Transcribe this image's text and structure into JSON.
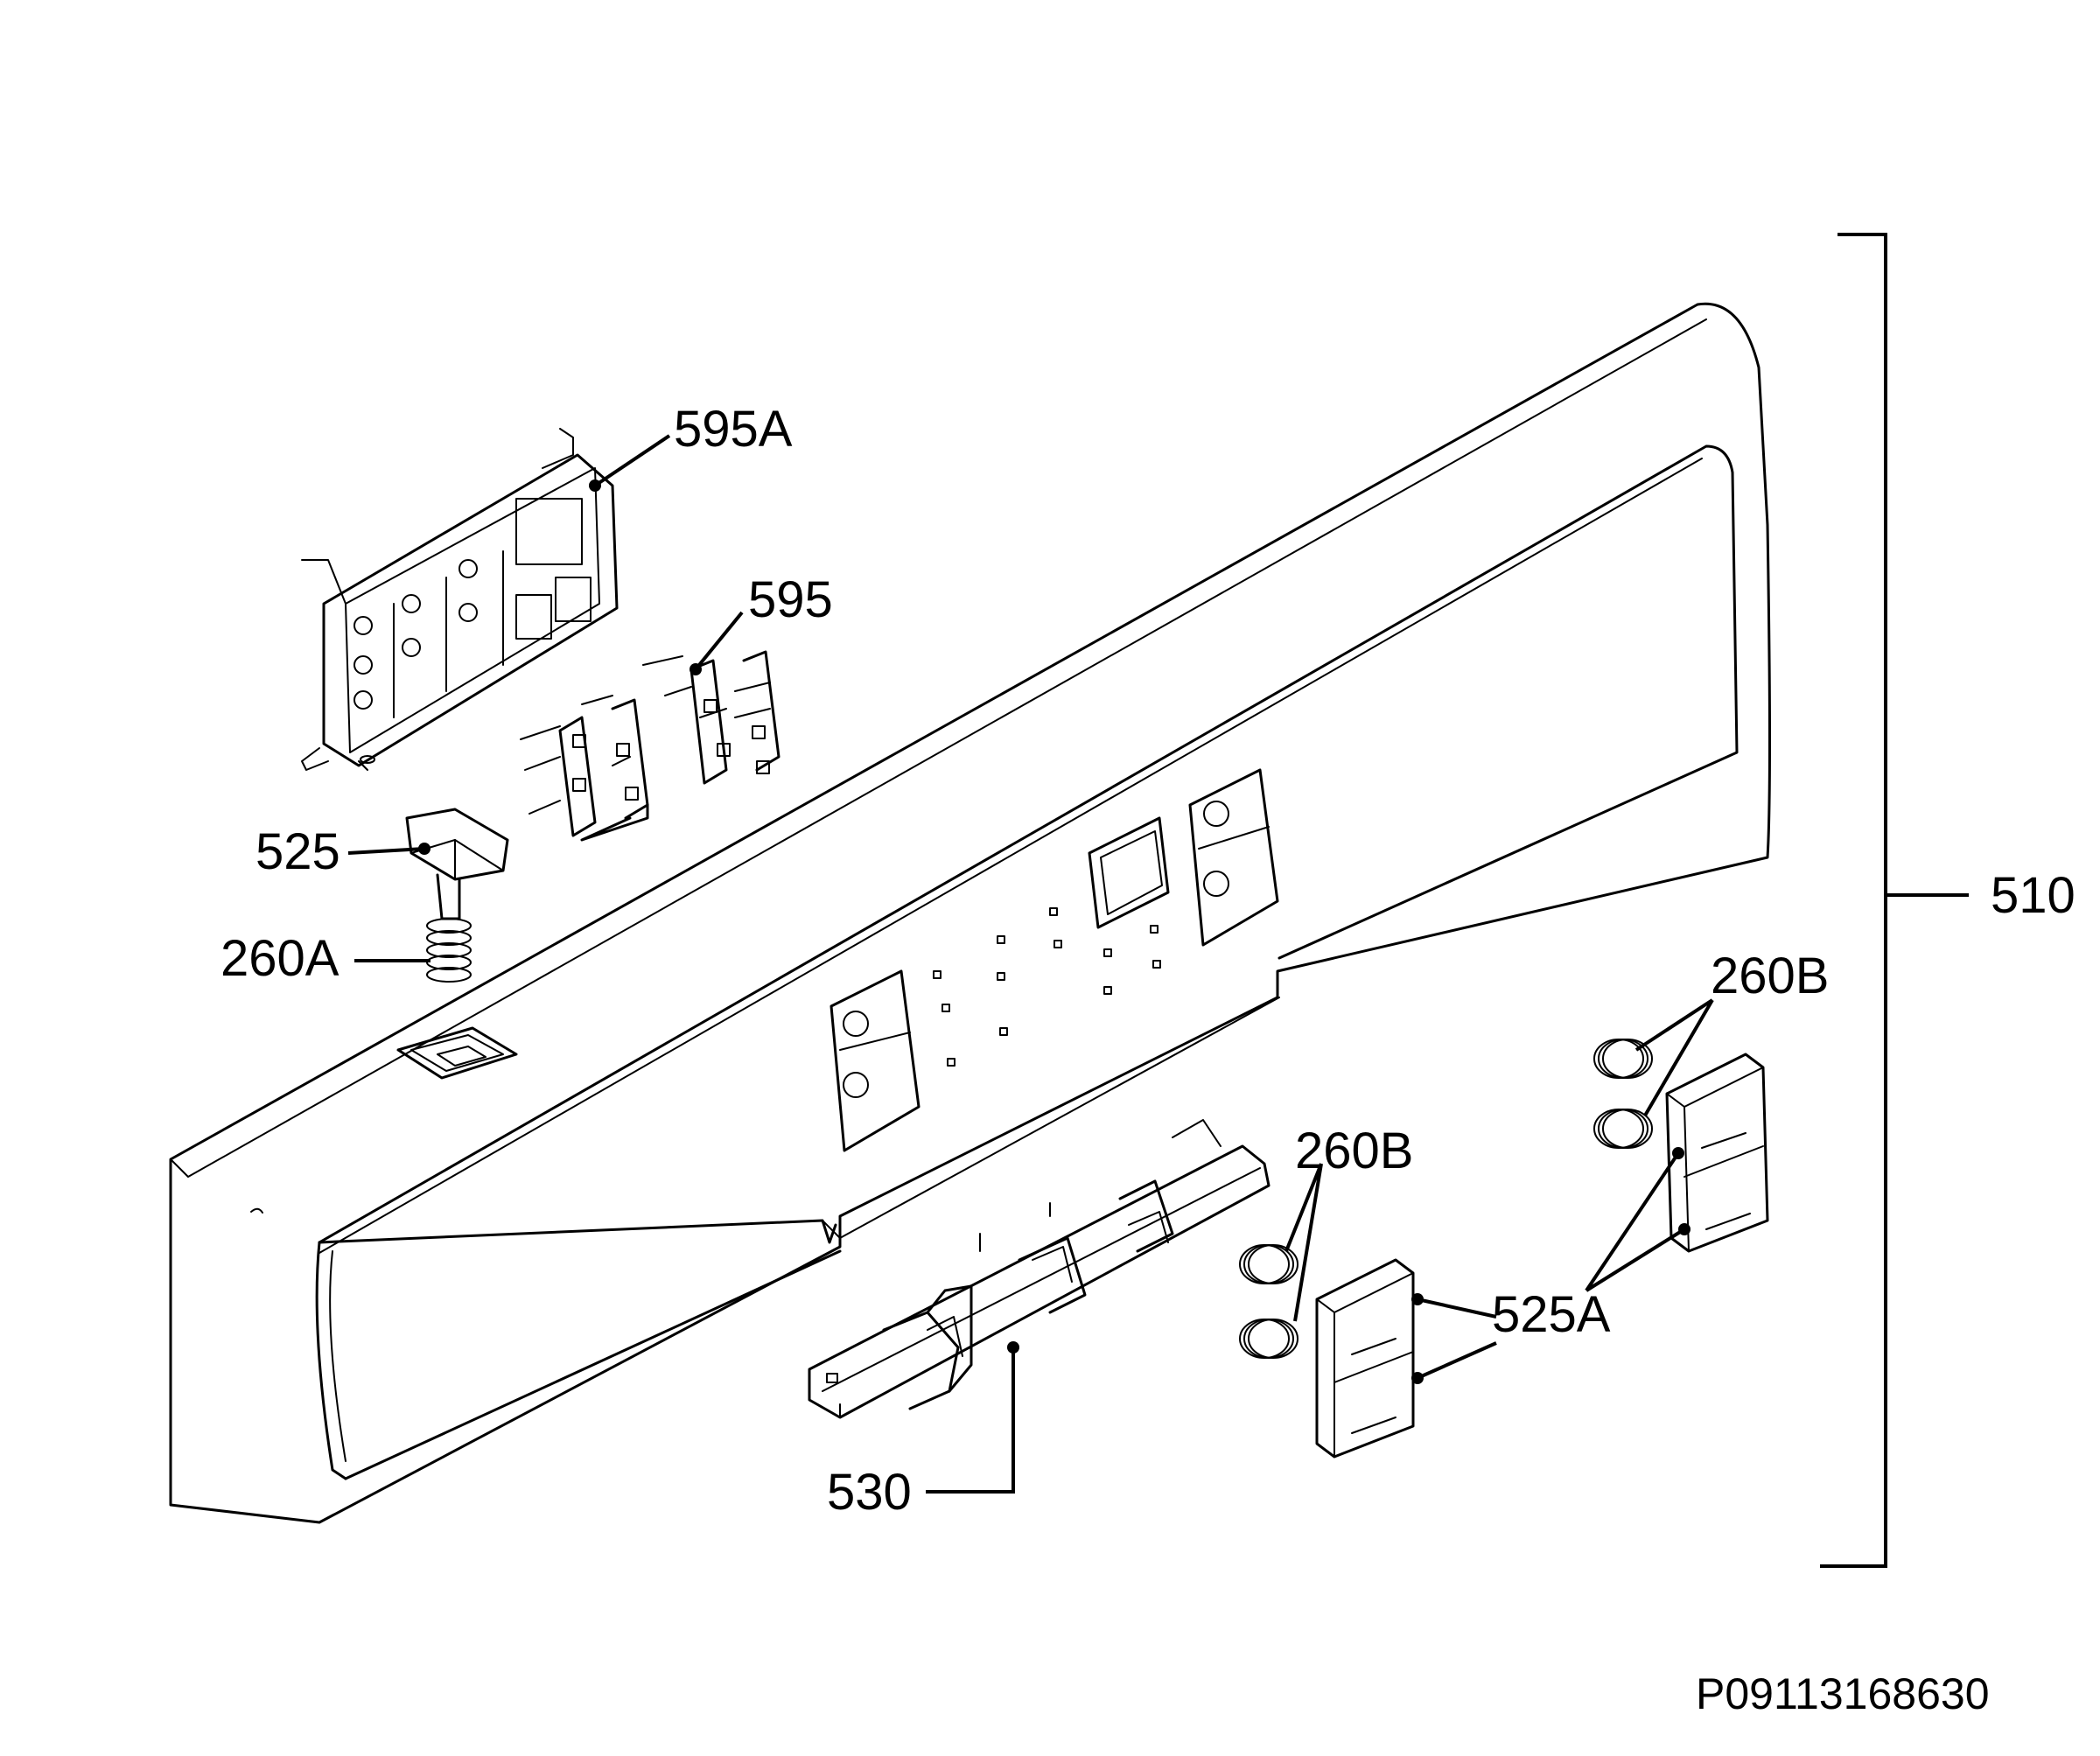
{
  "callouts": {
    "c595A": "595A",
    "c595": "595",
    "c525": "525",
    "c260A": "260A",
    "c510": "510",
    "c260B_right": "260B",
    "c260B_mid": "260B",
    "c525A": "525A",
    "c530": "530"
  },
  "drawing_code": "P09113168630"
}
